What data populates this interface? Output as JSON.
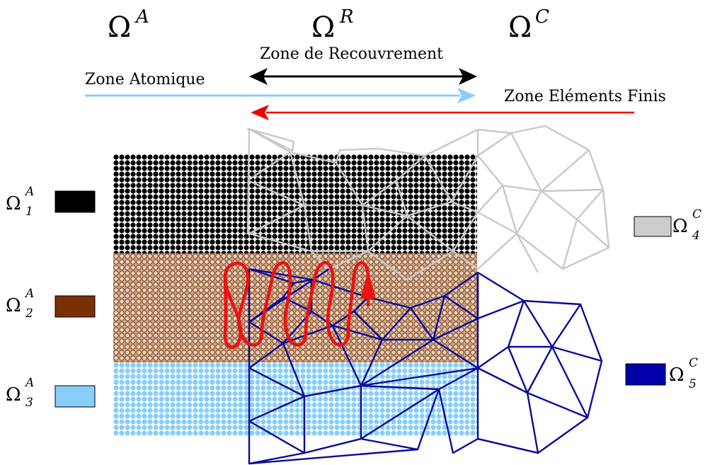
{
  "regions": {
    "atomic": {
      "symbol": "Ω",
      "sup": "A"
    },
    "overlap": {
      "symbol": "Ω",
      "sup": "R"
    },
    "continuum": {
      "symbol": "Ω",
      "sup": "C"
    }
  },
  "zones": {
    "overlap_label": "Zone de Recouvrement",
    "atomic_label": "Zone Atomique",
    "fe_label": "Zone Eléments Finis"
  },
  "legend": [
    {
      "symbol": "Ω",
      "sub": "1",
      "sup": "A",
      "color": "#000000"
    },
    {
      "symbol": "Ω",
      "sub": "2",
      "sup": "A",
      "color": "#7a3000"
    },
    {
      "symbol": "Ω",
      "sub": "3",
      "sup": "A",
      "color": "#87cefa"
    },
    {
      "symbol": "Ω",
      "sub": "4",
      "sup": "C",
      "color": "#cccccc"
    },
    {
      "symbol": "Ω",
      "sub": "5",
      "sup": "C",
      "color": "#0000aa"
    }
  ],
  "colors": {
    "atoms_top": "#000000",
    "atoms_mid_fill": "#c9a98f",
    "atoms_mid_ring": "#7a3000",
    "atoms_bottom": "#87cefa",
    "mesh_grey": "#c8c8c8",
    "mesh_blue": "#0a0a9a",
    "arrow_black": "#000000",
    "arrow_lightblue": "#87cefa",
    "arrow_red": "#ee0000",
    "wave_red": "#ee1111"
  }
}
